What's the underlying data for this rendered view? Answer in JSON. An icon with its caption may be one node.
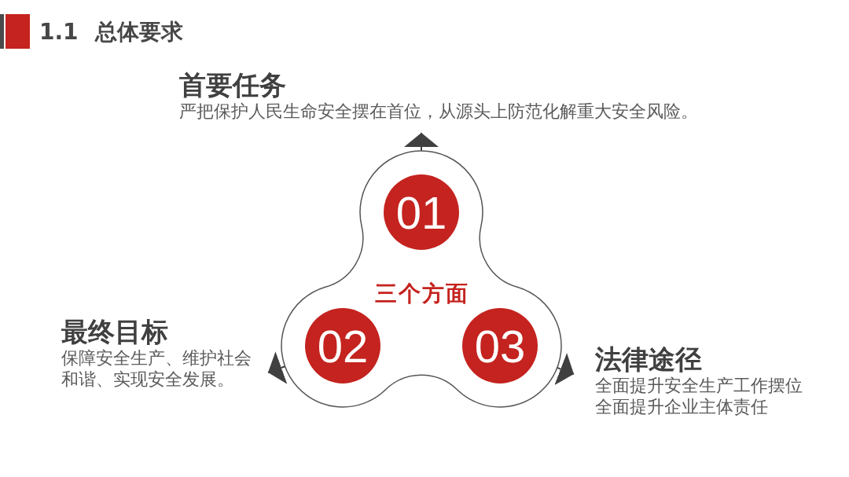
{
  "diagram": {
    "title": "1.1 总体要求",
    "nodes": [
      {
        "text": [
          "首要任务",
          "严把保护人民生命安全摆在首位，从源头上防范化解重大安全风险。"
        ]
      },
      {
        "text": [
          "三个方面"
        ]
      },
      {
        "text": [
          "01"
        ],
        "in": 1
      },
      {
        "text": [
          "02"
        ],
        "in": 1
      },
      {
        "text": [
          "03"
        ],
        "in": 1
      },
      {
        "text": [
          "最终目标",
          "保障安全生产、维护社会和谐、实现安全发展。"
        ]
      },
      {
        "text": [
          "法律途径",
          "全面提升安全生产工作摆位",
          "全面提升企业主体责任"
        ]
      }
    ],
    "edges": [
      {
        "from": 1,
        "to": 0,
        "arrow": "to"
      },
      {
        "from": 1,
        "to": 5,
        "arrow": "to"
      },
      {
        "from": 1,
        "to": 6,
        "arrow": "to"
      }
    ]
  }
}
